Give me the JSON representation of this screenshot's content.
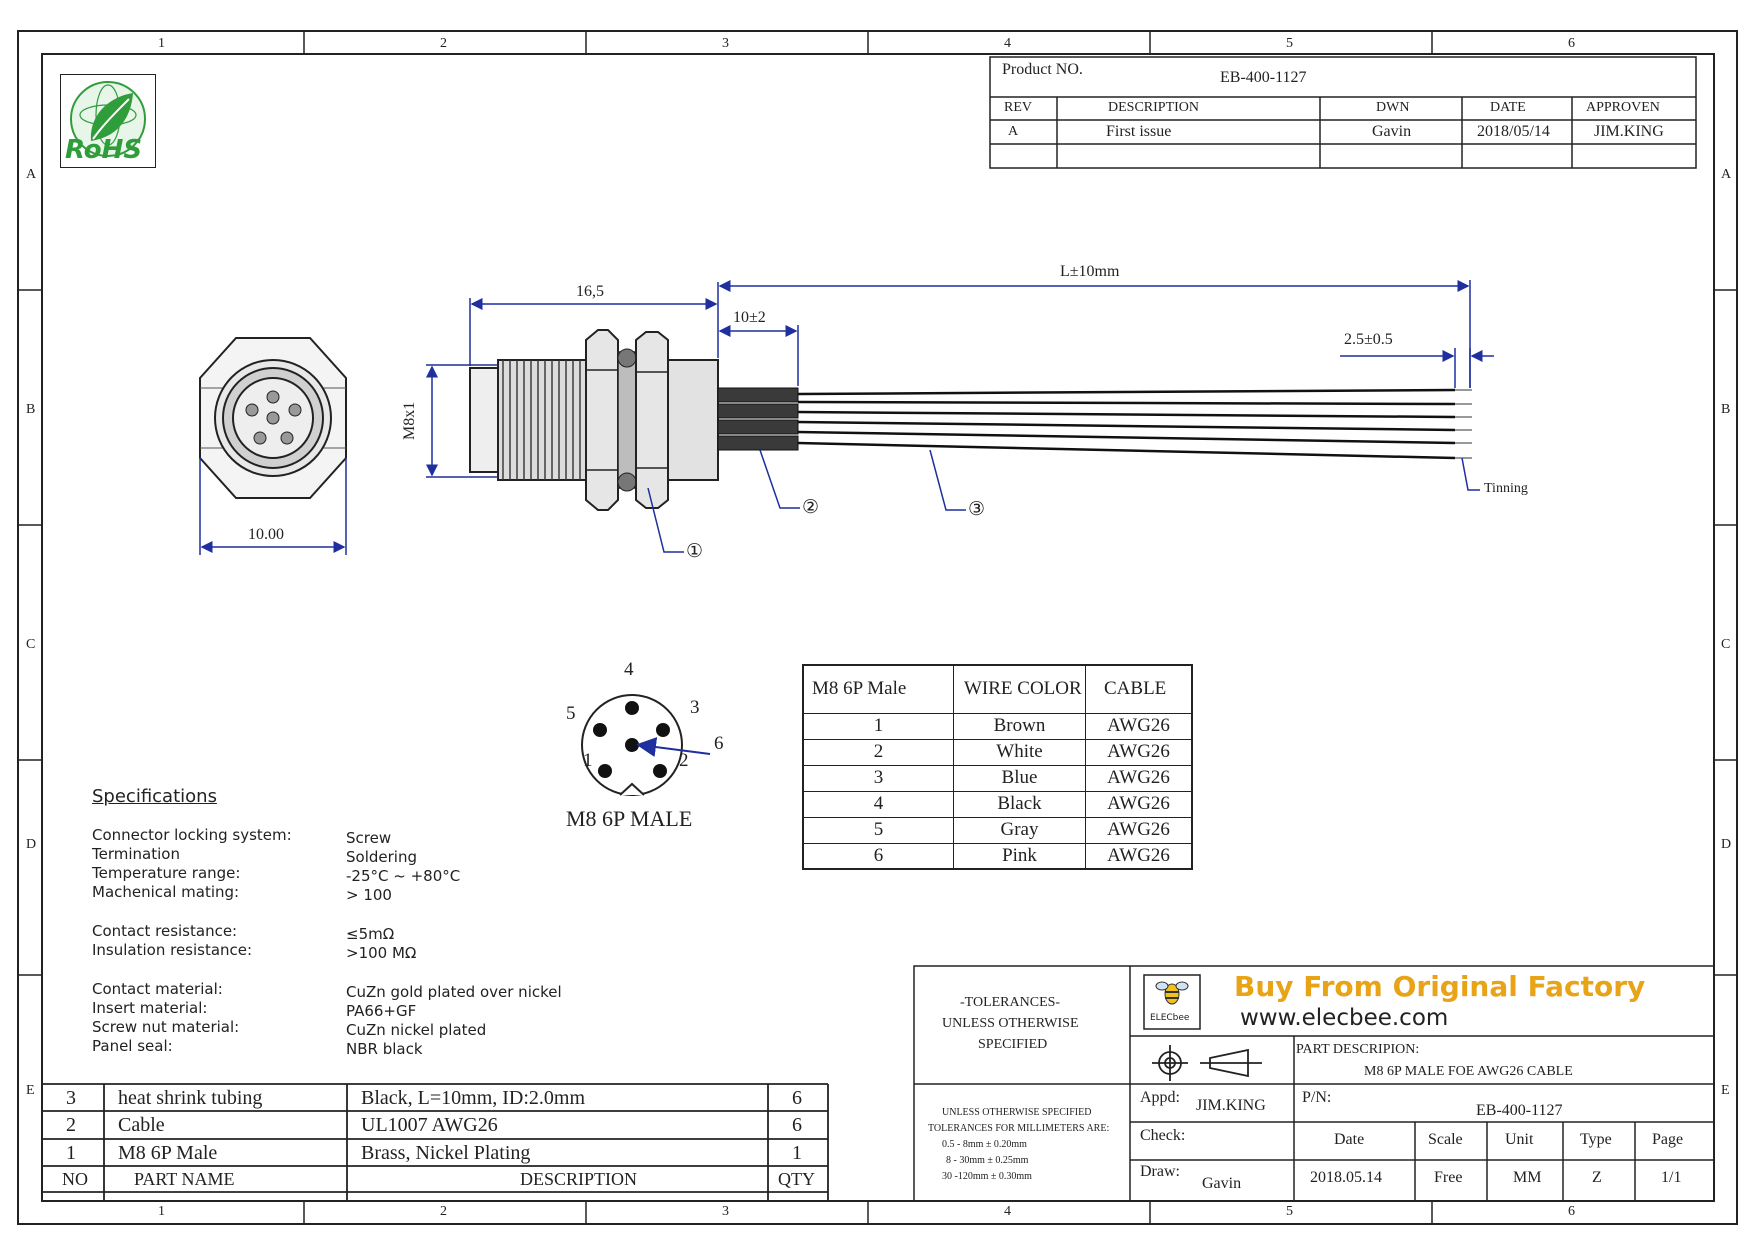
{
  "grid": {
    "columns": [
      "1",
      "2",
      "3",
      "4",
      "5",
      "6"
    ],
    "rows": [
      "A",
      "B",
      "C",
      "D",
      "E"
    ]
  },
  "logo": {
    "text": "RoHS"
  },
  "header": {
    "product_no_label": "Product NO.",
    "product_no": "EB-400-1127",
    "columns": [
      "REV",
      "DESCRIPTION",
      "DWN",
      "DATE",
      "APPROVEN"
    ],
    "row": [
      "A",
      "First issue",
      "Gavin",
      "2018/05/14",
      "JIM.KING"
    ]
  },
  "dimensions": {
    "width": "10.00",
    "connector_length": "16,5",
    "sleeve": "10±2",
    "total": "L±10mm",
    "strip": "2.5±0.5",
    "thread": "M8x1",
    "tinning": "Tinning",
    "callout_1": "①",
    "callout_2": "②",
    "callout_3": "③"
  },
  "pinout": {
    "title": "M8 6P MALE",
    "labels": [
      "1",
      "2",
      "3",
      "4",
      "5",
      "6"
    ]
  },
  "wire_table": {
    "headers": [
      "M8 6P Male",
      "WIRE COLOR",
      "CABLE"
    ],
    "rows": [
      [
        "1",
        "Brown",
        "AWG26"
      ],
      [
        "2",
        "White",
        "AWG26"
      ],
      [
        "3",
        "Blue",
        "AWG26"
      ],
      [
        "4",
        "Black",
        "AWG26"
      ],
      [
        "5",
        "Gray",
        "AWG26"
      ],
      [
        "6",
        "Pink",
        "AWG26"
      ]
    ]
  },
  "specifications": {
    "title": "Specifications",
    "items": [
      {
        "label": "Connector locking system:",
        "value": "Screw"
      },
      {
        "label": "Termination",
        "value": "Soldering"
      },
      {
        "label": "Temperature range:",
        "value": "-25°C ~ +80°C"
      },
      {
        "label": "Machenical mating:",
        "value": "> 100"
      },
      {
        "label": "Contact resistance:",
        "value": "≤5mΩ"
      },
      {
        "label": "Insulation resistance:",
        "value": ">100 MΩ"
      },
      {
        "label": "Contact material:",
        "value": "CuZn gold plated over nickel"
      },
      {
        "label": "Insert material:",
        "value": "PA66+GF"
      },
      {
        "label": "Screw nut material:",
        "value": "CuZn nickel plated"
      },
      {
        "label": "Panel seal:",
        "value": "NBR black"
      }
    ]
  },
  "bom": {
    "rows": [
      [
        "3",
        "heat shrink tubing",
        "Black, L=10mm, ID:2.0mm",
        "6"
      ],
      [
        "2",
        "Cable",
        "UL1007 AWG26",
        "6"
      ],
      [
        "1",
        "M8 6P Male",
        "Brass, Nickel Plating",
        "1"
      ]
    ],
    "headers": [
      "NO",
      "PART NAME",
      "DESCRIPTION",
      "QTY"
    ]
  },
  "title_block": {
    "tolerances_title": [
      "-TOLERANCES-",
      "UNLESS OTHERWISE",
      "SPECIFIED"
    ],
    "tolerances_detail": [
      "UNLESS OTHERWISE SPECIFIED",
      "TOLERANCES FOR MILLIMETERS ARE:",
      "0.5 - 8mm ± 0.20mm",
      "8 - 30mm ± 0.25mm",
      "30 -120mm ± 0.30mm"
    ],
    "brand_line1": "Buy From Original Factory",
    "brand_line2": "www.elecbee.com",
    "brand_logo_text": "ELECbee",
    "part_desc_label": "PART DESCRIPION:",
    "part_desc": "M8 6P MALE FOE AWG26 CABLE",
    "appd_label": "Appd:",
    "appd": "JIM.KING",
    "pn_label": "P/N:",
    "pn": "EB-400-1127",
    "check_label": "Check:",
    "draw_label": "Draw:",
    "draw": "Gavin",
    "columns": [
      "Date",
      "Scale",
      "Unit",
      "Type",
      "Page"
    ],
    "values": [
      "2018.05.14",
      "Free",
      "MM",
      "Z",
      "1/1"
    ],
    "brand_color": "#e8a317"
  }
}
